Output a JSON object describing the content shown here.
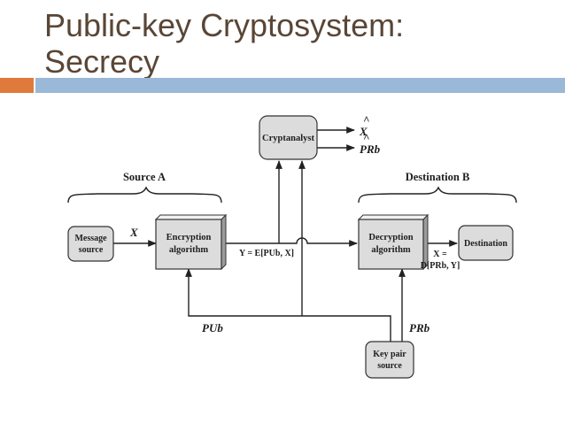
{
  "title": {
    "line1": "Public-key Cryptosystem:",
    "line2": "Secrecy"
  },
  "diagram": {
    "headers": {
      "source": "Source A",
      "destination": "Destination B"
    },
    "boxes": {
      "message_source": [
        "Message",
        "source"
      ],
      "encryption": [
        "Encryption",
        "algorithm"
      ],
      "cryptanalyst": "Cryptanalyst",
      "decryption": [
        "Decryption",
        "algorithm"
      ],
      "destination": "Destination",
      "key_pair": [
        "Key pair",
        "source"
      ]
    },
    "labels": {
      "x_input": "X",
      "ciphertext": "Y = E[PUb, X]",
      "plaintext_out_1": "X =",
      "plaintext_out_2": "D[PRb, Y]",
      "public_key": "PUb",
      "private_key": "PRb",
      "estimate_x": "X",
      "estimate_pr": "PRb"
    },
    "colors": {
      "box_fill": "#dcdcdc",
      "title_text": "#5a4636",
      "accent_orange": "#e07a3c",
      "accent_blue": "#9ab8d8"
    }
  }
}
